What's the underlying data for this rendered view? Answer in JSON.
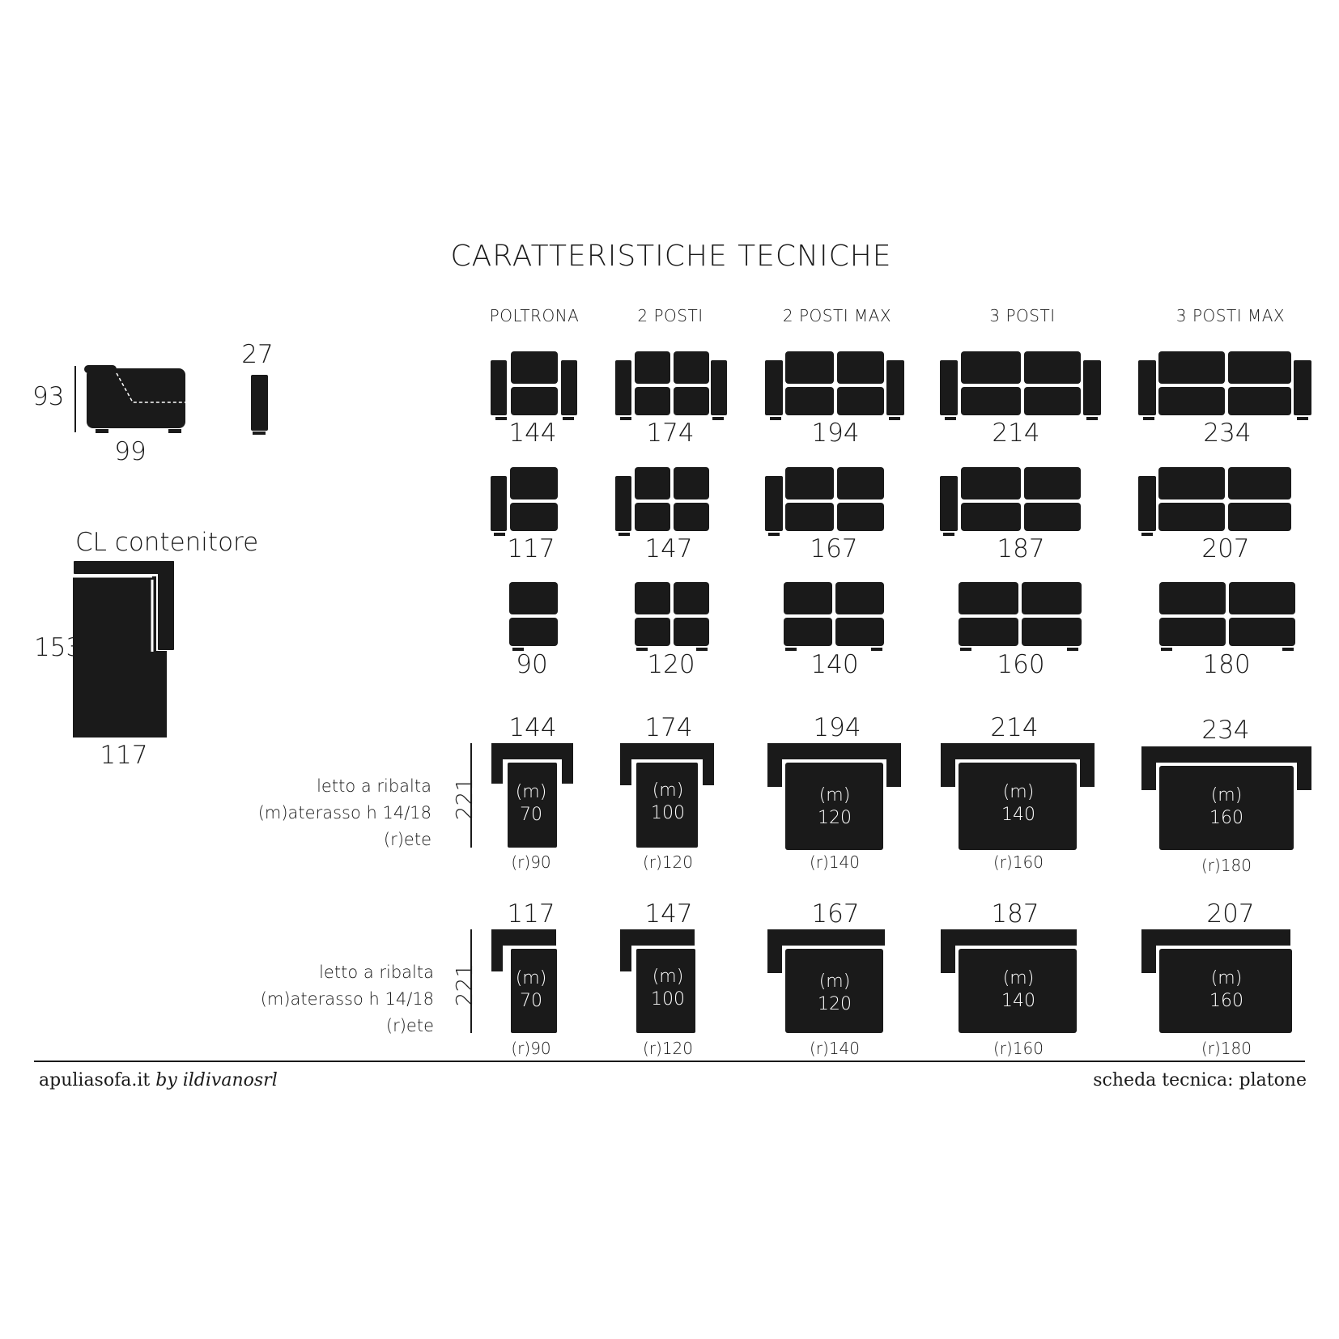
{
  "title": "CARATTERISTICHE TECNICHE",
  "columns": [
    "POLTRONA",
    "2 POSTI",
    "2 POSTI MAX",
    "3 POSTI",
    "3 POSTI MAX"
  ],
  "row1_widths": [
    "144",
    "174",
    "194",
    "214",
    "234"
  ],
  "row2_widths": [
    "117",
    "147",
    "167",
    "187",
    "207"
  ],
  "row3_widths": [
    "90",
    "120",
    "140",
    "160",
    "180"
  ],
  "bed1_widths": [
    "144",
    "174",
    "194",
    "214",
    "234"
  ],
  "bed2_widths": [
    "117",
    "147",
    "167",
    "187",
    "207"
  ],
  "bed_m_label": "(m)",
  "mattress_widths": [
    "70",
    "100",
    "120",
    "140",
    "160"
  ],
  "rete_labels": [
    "(r)90",
    "(r)120",
    "(r)140",
    "(r)160",
    "(r)180"
  ],
  "bed_depth": "221",
  "bed_side_text": [
    "letto a ribalta",
    "(m)aterasso h 14/18",
    "(r)ete"
  ],
  "side_view": {
    "height": "93",
    "depth": "99",
    "arm_width": "27"
  },
  "chaise": {
    "label": "CL contenitore",
    "depth": "153",
    "width": "117"
  },
  "footer": {
    "site": "apuliasofa.it",
    "by": "by ildivanosrl",
    "sheet": "scheda tecnica: platone"
  },
  "colors": {
    "fill": "#1a1a1a",
    "background": "#ffffff"
  }
}
